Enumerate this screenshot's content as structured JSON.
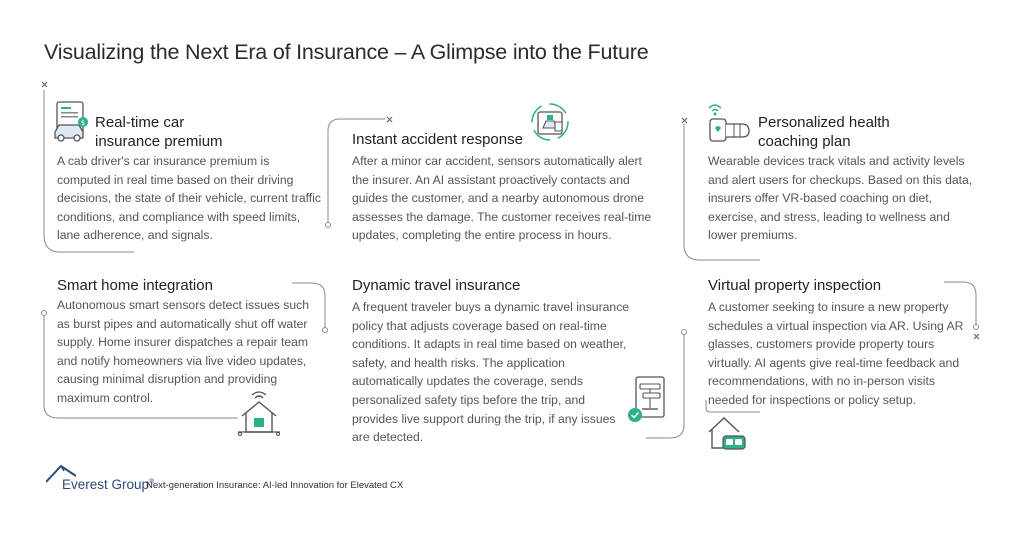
{
  "header": {
    "title": "Visualizing the Next Era of Insurance – A Glimpse into the Future"
  },
  "cards": [
    {
      "title_line1": "Real-time car",
      "title_line2": "insurance premium",
      "body": "A cab driver's car insurance premium is computed in real time based on their driving decisions, the state of their vehicle, current traffic conditions, and compliance with speed limits, lane adherence, and signals.",
      "icon": "car-document-icon"
    },
    {
      "title_line1": "Instant accident response",
      "body": "After a minor car accident, sensors automatically alert the insurer. An AI assistant proactively contacts and guides the customer, and a nearby autonomous drone assesses the damage. The customer receives real-time updates, completing the entire process in hours.",
      "icon": "accident-alert-icon"
    },
    {
      "title_line1": "Personalized health",
      "title_line2": "coaching plan",
      "body": "Wearable devices track vitals and activity levels and alert users for checkups. Based on this data, insurers offer VR-based coaching on diet, exercise, and stress, leading to wellness and lower premiums.",
      "icon": "wearable-health-icon"
    },
    {
      "title_line1": "Smart home integration",
      "body": "Autonomous smart sensors detect issues such as burst pipes and automatically shut off water supply. Home insurer dispatches a repair team and notify homeowners via live video updates, causing minimal disruption and providing maximum control.",
      "icon": "smart-home-icon"
    },
    {
      "title_line1": "Dynamic travel insurance",
      "body": "A frequent traveler buys a dynamic travel insurance policy that adjusts coverage based on real-time conditions. It adapts in real time based on weather, safety, and health risks. The application automatically updates the coverage, sends personalized safety tips before the trip, and provides live support during the trip, if any issues are detected.",
      "icon": "travel-policy-icon"
    },
    {
      "title_line1": "Virtual property inspection",
      "body": "A customer seeking to insure a new property schedules a virtual inspection via AR. Using AR glasses, customers provide property tours virtually. AI agents give real-time feedback and recommendations, with no in-person visits needed for inspections or policy setup.",
      "icon": "vr-home-icon"
    }
  ],
  "footer": {
    "brand": "Everest Group",
    "brand_mark": "®",
    "caption": "Next-generation Insurance: AI-led Innovation for Elevated CX"
  },
  "colors": {
    "accent_green": "#2bb08a",
    "accent_blue": "#2b4a7a",
    "line_gray": "#8a8a8a"
  }
}
